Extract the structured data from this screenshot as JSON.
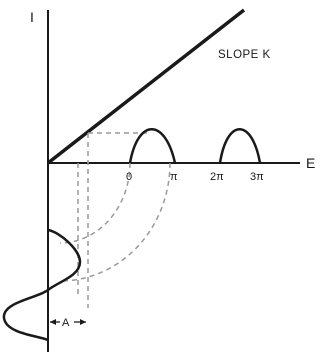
{
  "axes": {
    "y_label": "I",
    "x_label": "E"
  },
  "slope_label": "SLOPE K",
  "ticks": [
    "0",
    "π",
    "2π",
    "3π"
  ],
  "amplitude_label": "A",
  "colors": {
    "ink": "#1a1a1a",
    "dashed": "#9a9a9a",
    "background": "#ffffff"
  }
}
